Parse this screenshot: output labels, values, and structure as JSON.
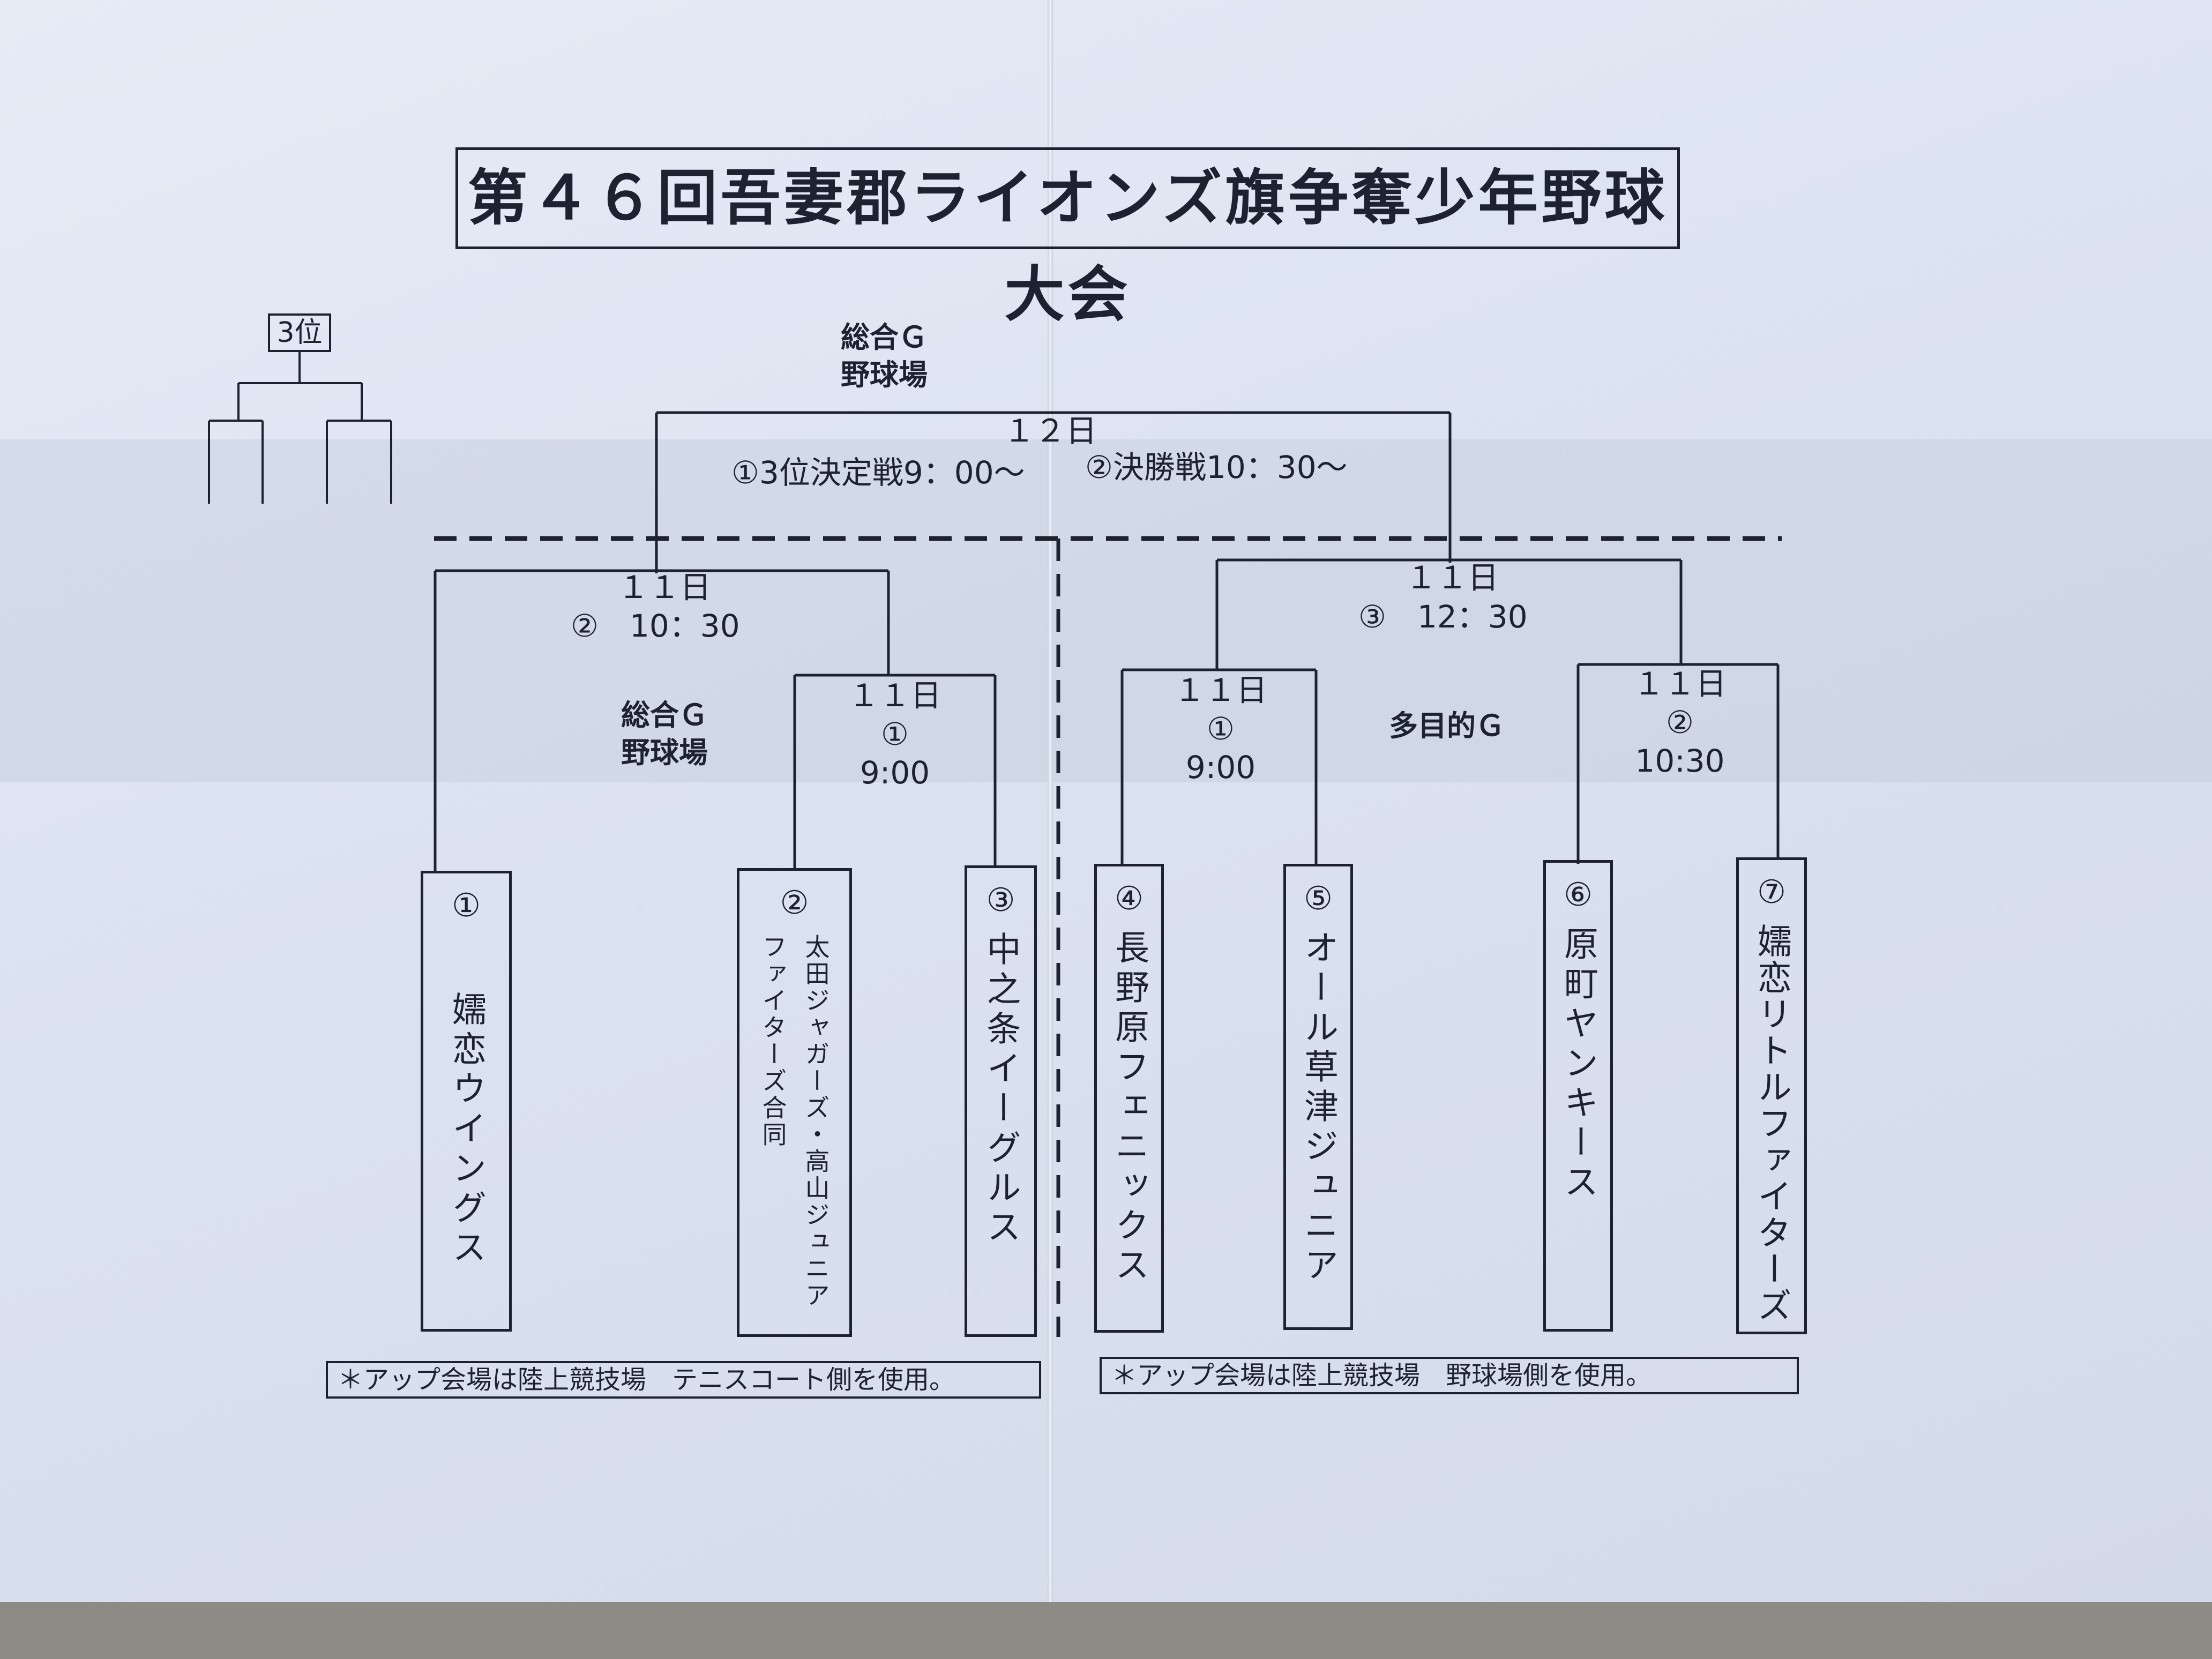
{
  "title": "第４６回吾妻郡ライオンズ旗争奪少年野球大会",
  "third_place_label": "3位",
  "final": {
    "venue_line1": "総合Ｇ",
    "venue_line2": "野球場",
    "day": "１２日",
    "third_place_match": "①3位決定戦9：00～",
    "championship_match": "②決勝戦10：30～"
  },
  "left_semi": {
    "day": "１１日",
    "game": "②　10：30"
  },
  "right_semi": {
    "day": "１１日",
    "game": "③　12：30"
  },
  "left_venue": {
    "line1": "総合Ｇ",
    "line2": "野球場"
  },
  "right_venue": "多目的Ｇ",
  "games": [
    {
      "day": "１１日",
      "num": "①",
      "time": "9:00"
    },
    {
      "day": "１１日",
      "num": "①",
      "time": "9:00"
    },
    {
      "day": "１１日",
      "num": "②",
      "time": "10:30"
    }
  ],
  "teams": [
    {
      "seed": "①",
      "name": "嬬恋ウイングス"
    },
    {
      "seed": "②",
      "name_line1": "太田ジャガーズ・高山ジュニア",
      "name_line2": "ファイターズ合同"
    },
    {
      "seed": "③",
      "name": "中之条イーグルス"
    },
    {
      "seed": "④",
      "name": "長野原フェニックス"
    },
    {
      "seed": "⑤",
      "name": "オール草津ジュニア"
    },
    {
      "seed": "⑥",
      "name": "原町ヤンキース"
    },
    {
      "seed": "⑦",
      "name": "嬬恋リトルファイターズ"
    }
  ],
  "notes": {
    "left": "＊アップ会場は陸上競技場　テニスコート側を使用。",
    "right": "＊アップ会場は陸上競技場　野球場側を使用。"
  }
}
